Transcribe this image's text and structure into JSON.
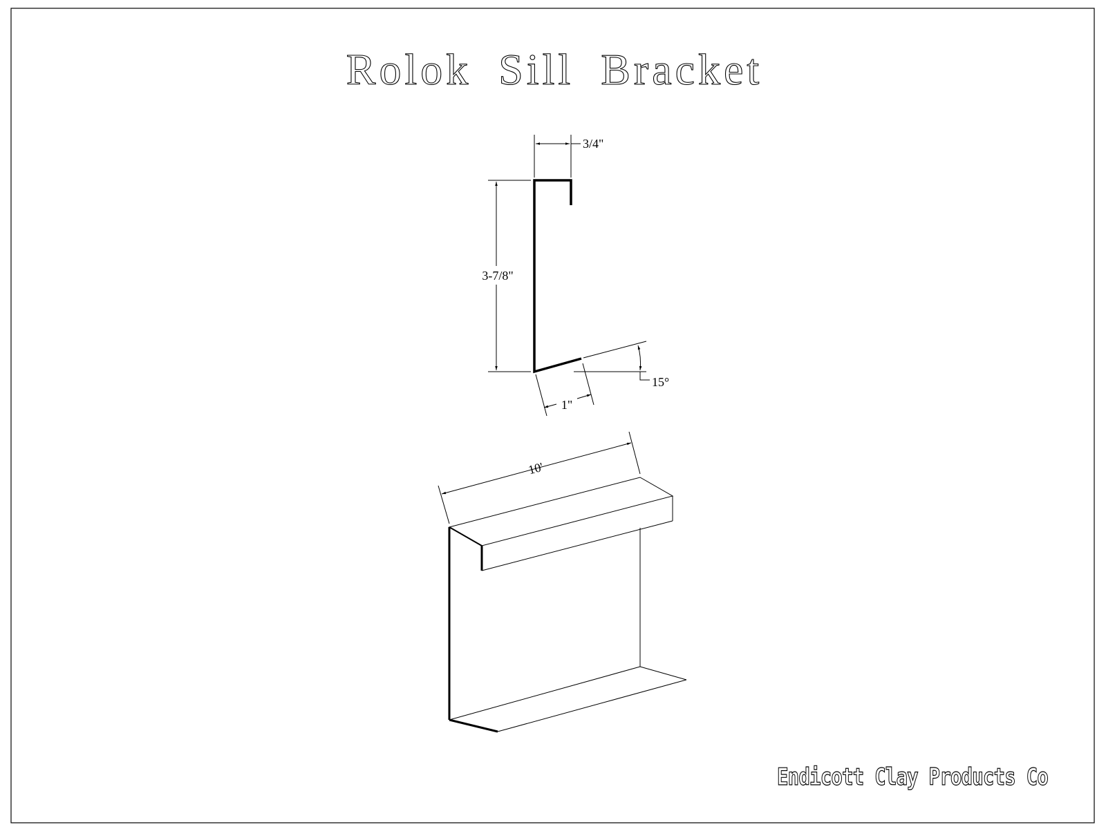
{
  "title": "Rolok Sill Bracket",
  "dimensions": {
    "flange_width": "3/4\"",
    "height": "3-7/8\"",
    "angle": "15°",
    "base_length": "1\"",
    "length": "10'"
  },
  "company": "Endicott Clay Products Co"
}
